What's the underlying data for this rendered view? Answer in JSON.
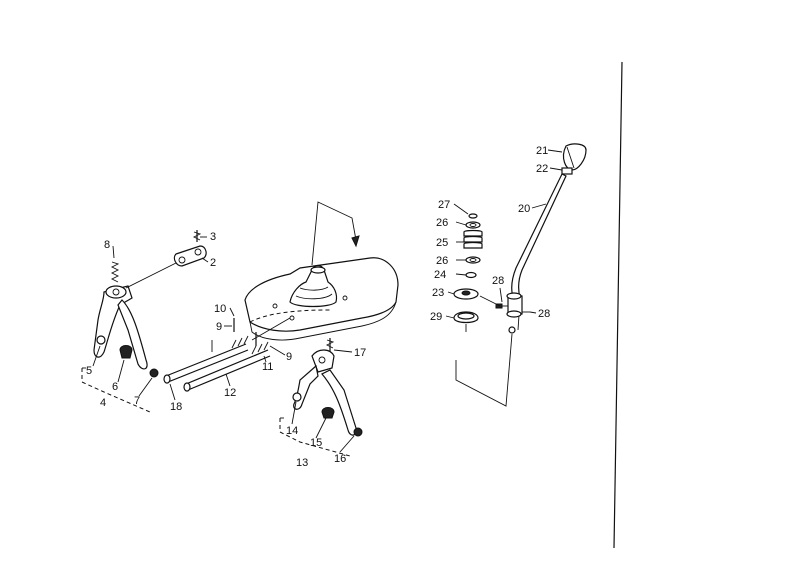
{
  "labels": {
    "p2": "2",
    "p3": "3",
    "p4": "4",
    "p5": "5",
    "p6": "6",
    "p7": "7",
    "p8": "8",
    "p9a": "9",
    "p9b": "9",
    "p10": "10",
    "p11": "11",
    "p12": "12",
    "p13": "13",
    "p14": "14",
    "p15": "15",
    "p16": "16",
    "p17": "17",
    "p18": "18",
    "p20": "20",
    "p21": "21",
    "p22": "22",
    "p23": "23",
    "p24": "24",
    "p25": "25",
    "p26a": "26",
    "p26b": "26",
    "p27": "27",
    "p28a": "28",
    "p28b": "28",
    "p29": "29"
  },
  "colors": {
    "ink": "#111111",
    "paper": "#ffffff"
  }
}
